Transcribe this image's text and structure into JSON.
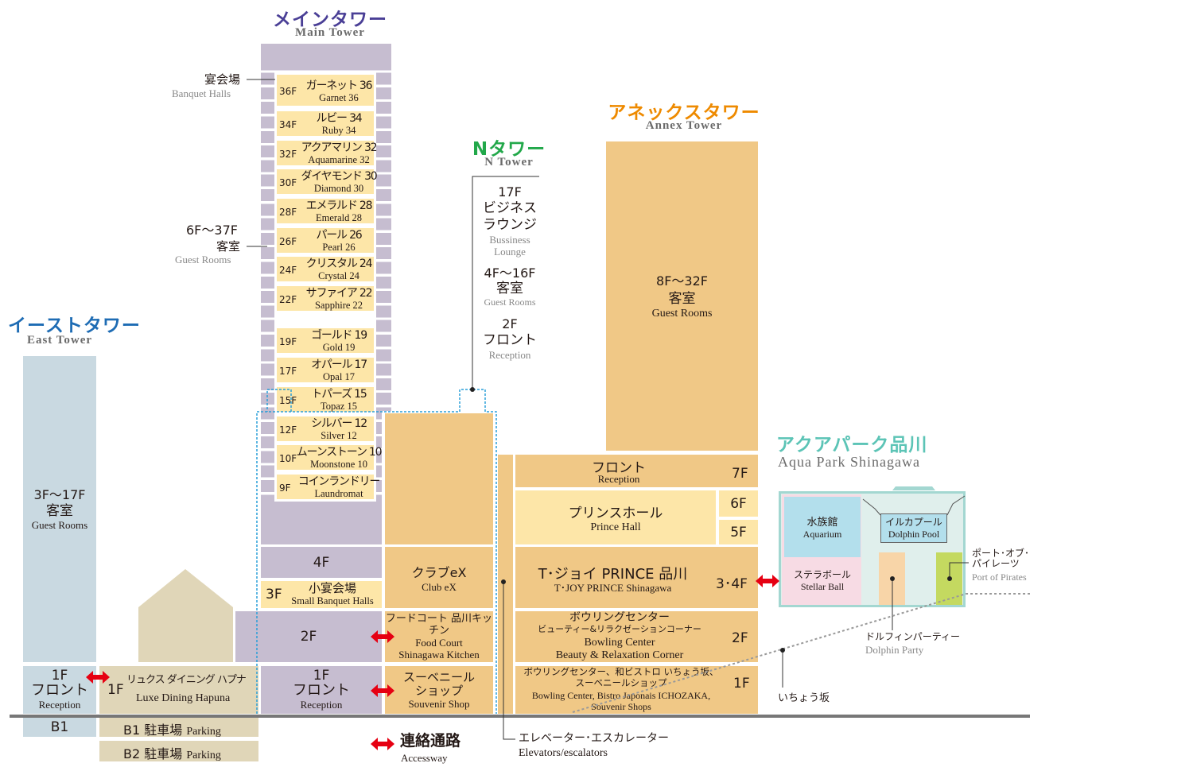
{
  "main_tower": {
    "title_jp": "メインタワー",
    "title_en": "Main Tower",
    "banquet_label_jp": "宴会場",
    "banquet_label_en": "Banquet Halls",
    "guest_label_floors": "6F〜37F",
    "guest_label_jp": "客室",
    "guest_label_en": "Guest Rooms",
    "rooms": [
      {
        "floor": "36F",
        "jp": "ガーネット 36",
        "en": "Garnet 36"
      },
      {
        "floor": "34F",
        "jp": "ルビー 34",
        "en": "Ruby 34"
      },
      {
        "floor": "32F",
        "jp": "アクアマリン 32",
        "en": "Aquamarine 32"
      },
      {
        "floor": "30F",
        "jp": "ダイヤモンド 30",
        "en": "Diamond 30"
      },
      {
        "floor": "28F",
        "jp": "エメラルド 28",
        "en": "Emerald 28"
      },
      {
        "floor": "26F",
        "jp": "パール 26",
        "en": "Pearl 26"
      },
      {
        "floor": "24F",
        "jp": "クリスタル 24",
        "en": "Crystal 24"
      },
      {
        "floor": "22F",
        "jp": "サファイア 22",
        "en": "Sapphire 22"
      },
      {
        "floor": "19F",
        "jp": "ゴールド 19",
        "en": "Gold 19"
      },
      {
        "floor": "17F",
        "jp": "オパール 17",
        "en": "Opal 17"
      },
      {
        "floor": "15F",
        "jp": "トパーズ 15",
        "en": "Topaz 15"
      },
      {
        "floor": "12F",
        "jp": "シルバー 12",
        "en": "Silver 12"
      },
      {
        "floor": "10F",
        "jp": "ムーンストーン 10",
        "en": "Moonstone 10"
      },
      {
        "floor": "9F",
        "jp": "コインランドリー",
        "en": "Laundromat"
      }
    ],
    "f4": "4F",
    "f3": "3F",
    "f3_jp": "小宴会場",
    "f3_en": "Small Banquet Halls",
    "f2": "2F",
    "f1": "1F",
    "f1_jp": "フロント",
    "f1_en": "Reception"
  },
  "middle": {
    "clubex_jp": "クラブeX",
    "clubex_en": "Club eX",
    "food_jp": "フードコート 品川キッチン",
    "food_en1": "Food Court",
    "food_en2": "Shinagawa Kitchen",
    "souv_jp1": "スーベニール",
    "souv_jp2": "ショップ",
    "souv_en": "Souvenir Shop"
  },
  "n_tower": {
    "title_jp": "Nタワー",
    "title_en": "N Tower",
    "f17": "17F",
    "f17_jp1": "ビジネス",
    "f17_jp2": "ラウンジ",
    "f17_en1": "Bussiness",
    "f17_en2": "Lounge",
    "f4_16": "4F〜16F",
    "f4_16_jp": "客室",
    "f4_16_en": "Guest Rooms",
    "f2": "2F",
    "f2_jp": "フロント",
    "f2_en": "Reception"
  },
  "annex": {
    "title_jp": "アネックスタワー",
    "title_en": "Annex Tower",
    "rooms_floors": "8F〜32F",
    "rooms_jp": "客室",
    "rooms_en": "Guest Rooms",
    "f7_jp": "フロント",
    "f7_en": "Reception",
    "f7": "7F",
    "hall_jp": "プリンスホール",
    "hall_en": "Prince Hall",
    "f6": "6F",
    "f5": "5F",
    "tjoy_jp": "T･ジョイ PRINCE 品川",
    "tjoy_en": "T･JOY PRINCE Shinagawa",
    "f34": "3･4F",
    "bowl_jp1": "ボウリングセンター",
    "bowl_jp2": "ビューティー&リラクゼーションコーナー",
    "bowl_en1": "Bowling Center",
    "bowl_en2": "Beauty & Relaxation Corner",
    "f2": "2F",
    "f1_jp1": "ボウリングセンター、和ビストロ いちょう坂、",
    "f1_jp2": "スーベニールショップ",
    "f1_en1": "Bowling Center, Bistro Japonais ICHOZAKA,",
    "f1_en2": "Souvenir Shops",
    "f1": "1F"
  },
  "east": {
    "title_jp": "イーストタワー",
    "title_en": "East Tower",
    "rooms_floors": "3F〜17F",
    "rooms_jp": "客室",
    "rooms_en": "Guest Rooms",
    "f1": "1F",
    "f1_jp": "フロント",
    "f1_en": "Reception",
    "b1": "B1"
  },
  "luxe": {
    "floor": "1F",
    "jp": "リュクス ダイニング ハプナ",
    "en": "Luxe Dining Hapuna",
    "b1": "B1 駐車場",
    "b1_en": "Parking",
    "b2": "B2 駐車場",
    "b2_en": "Parking"
  },
  "aqua": {
    "title_jp": "アクアパーク品川",
    "title_en": "Aqua Park Shinagawa",
    "aq_jp": "水族館",
    "aq_en": "Aquarium",
    "pool_jp": "イルカプール",
    "pool_en": "Dolphin Pool",
    "stellar_jp": "ステラボール",
    "stellar_en": "Stellar Ball",
    "pirates_jp1": "ポート･オブ･",
    "pirates_jp2": "パイレーツ",
    "pirates_en": "Port of Pirates",
    "party_jp": "ドルフィンパーティー",
    "party_en": "Dolphin Party",
    "ichozaka": "いちょう坂"
  },
  "legend": {
    "access_jp": "連絡通路",
    "access_en": "Accessway",
    "elev_jp": "エレベーター･エスカレーター",
    "elev_en": "Elevators/escalators"
  },
  "colors": {
    "main_title": "#4a3f96",
    "annex_title": "#ee8a00",
    "n_title": "#22a84a",
    "east_title": "#1e6cb4",
    "aqua_title": "#5cc4b6",
    "arrow": "#e60012"
  }
}
